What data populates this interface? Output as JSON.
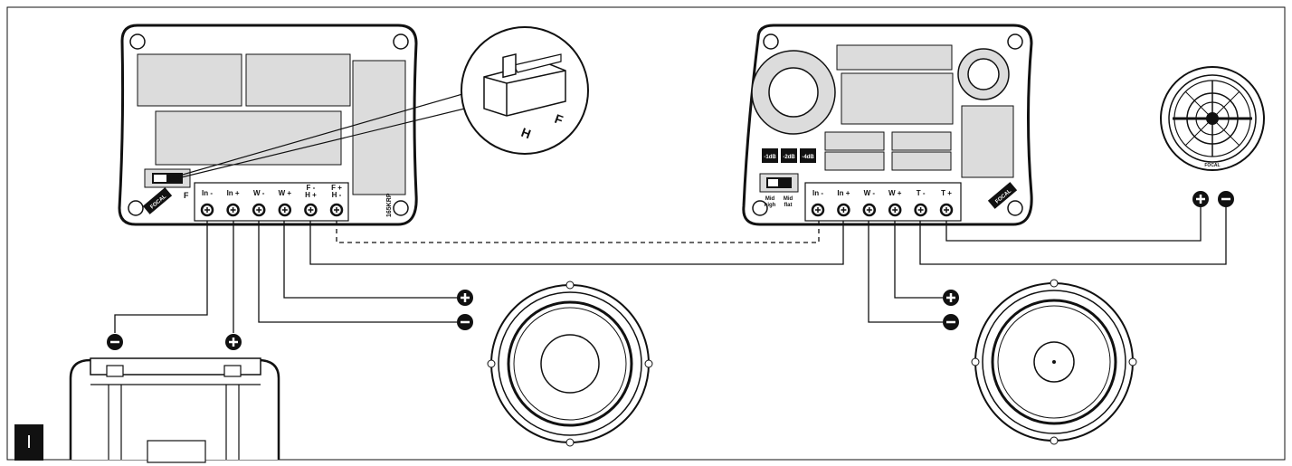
{
  "left_crossover": {
    "terminals": [
      "In -",
      "In +",
      "W -",
      "W +",
      "F -\nH +",
      "F +\nH -"
    ],
    "switch_labels": [
      "H",
      "F"
    ],
    "brand": "FOCAL",
    "model": "165KRP"
  },
  "callout": {
    "labels": [
      "H",
      "F"
    ]
  },
  "right_crossover": {
    "terminals": [
      "In -",
      "In +",
      "W -",
      "W +",
      "T -",
      "T +"
    ],
    "attenuation": [
      "-1dB",
      "-2dB",
      "-4dB"
    ],
    "switch_labels": [
      "Mid\nhigh",
      "Mid\nflat"
    ],
    "brand": "FOCAL"
  },
  "tweeter": {
    "brand": "FOCAL"
  },
  "polarity": {
    "plus": "+",
    "minus": "−"
  },
  "page": {
    "tab": "I"
  },
  "colors": {
    "line": "#111111",
    "block": "#dcdcdc",
    "background": "#ffffff"
  }
}
